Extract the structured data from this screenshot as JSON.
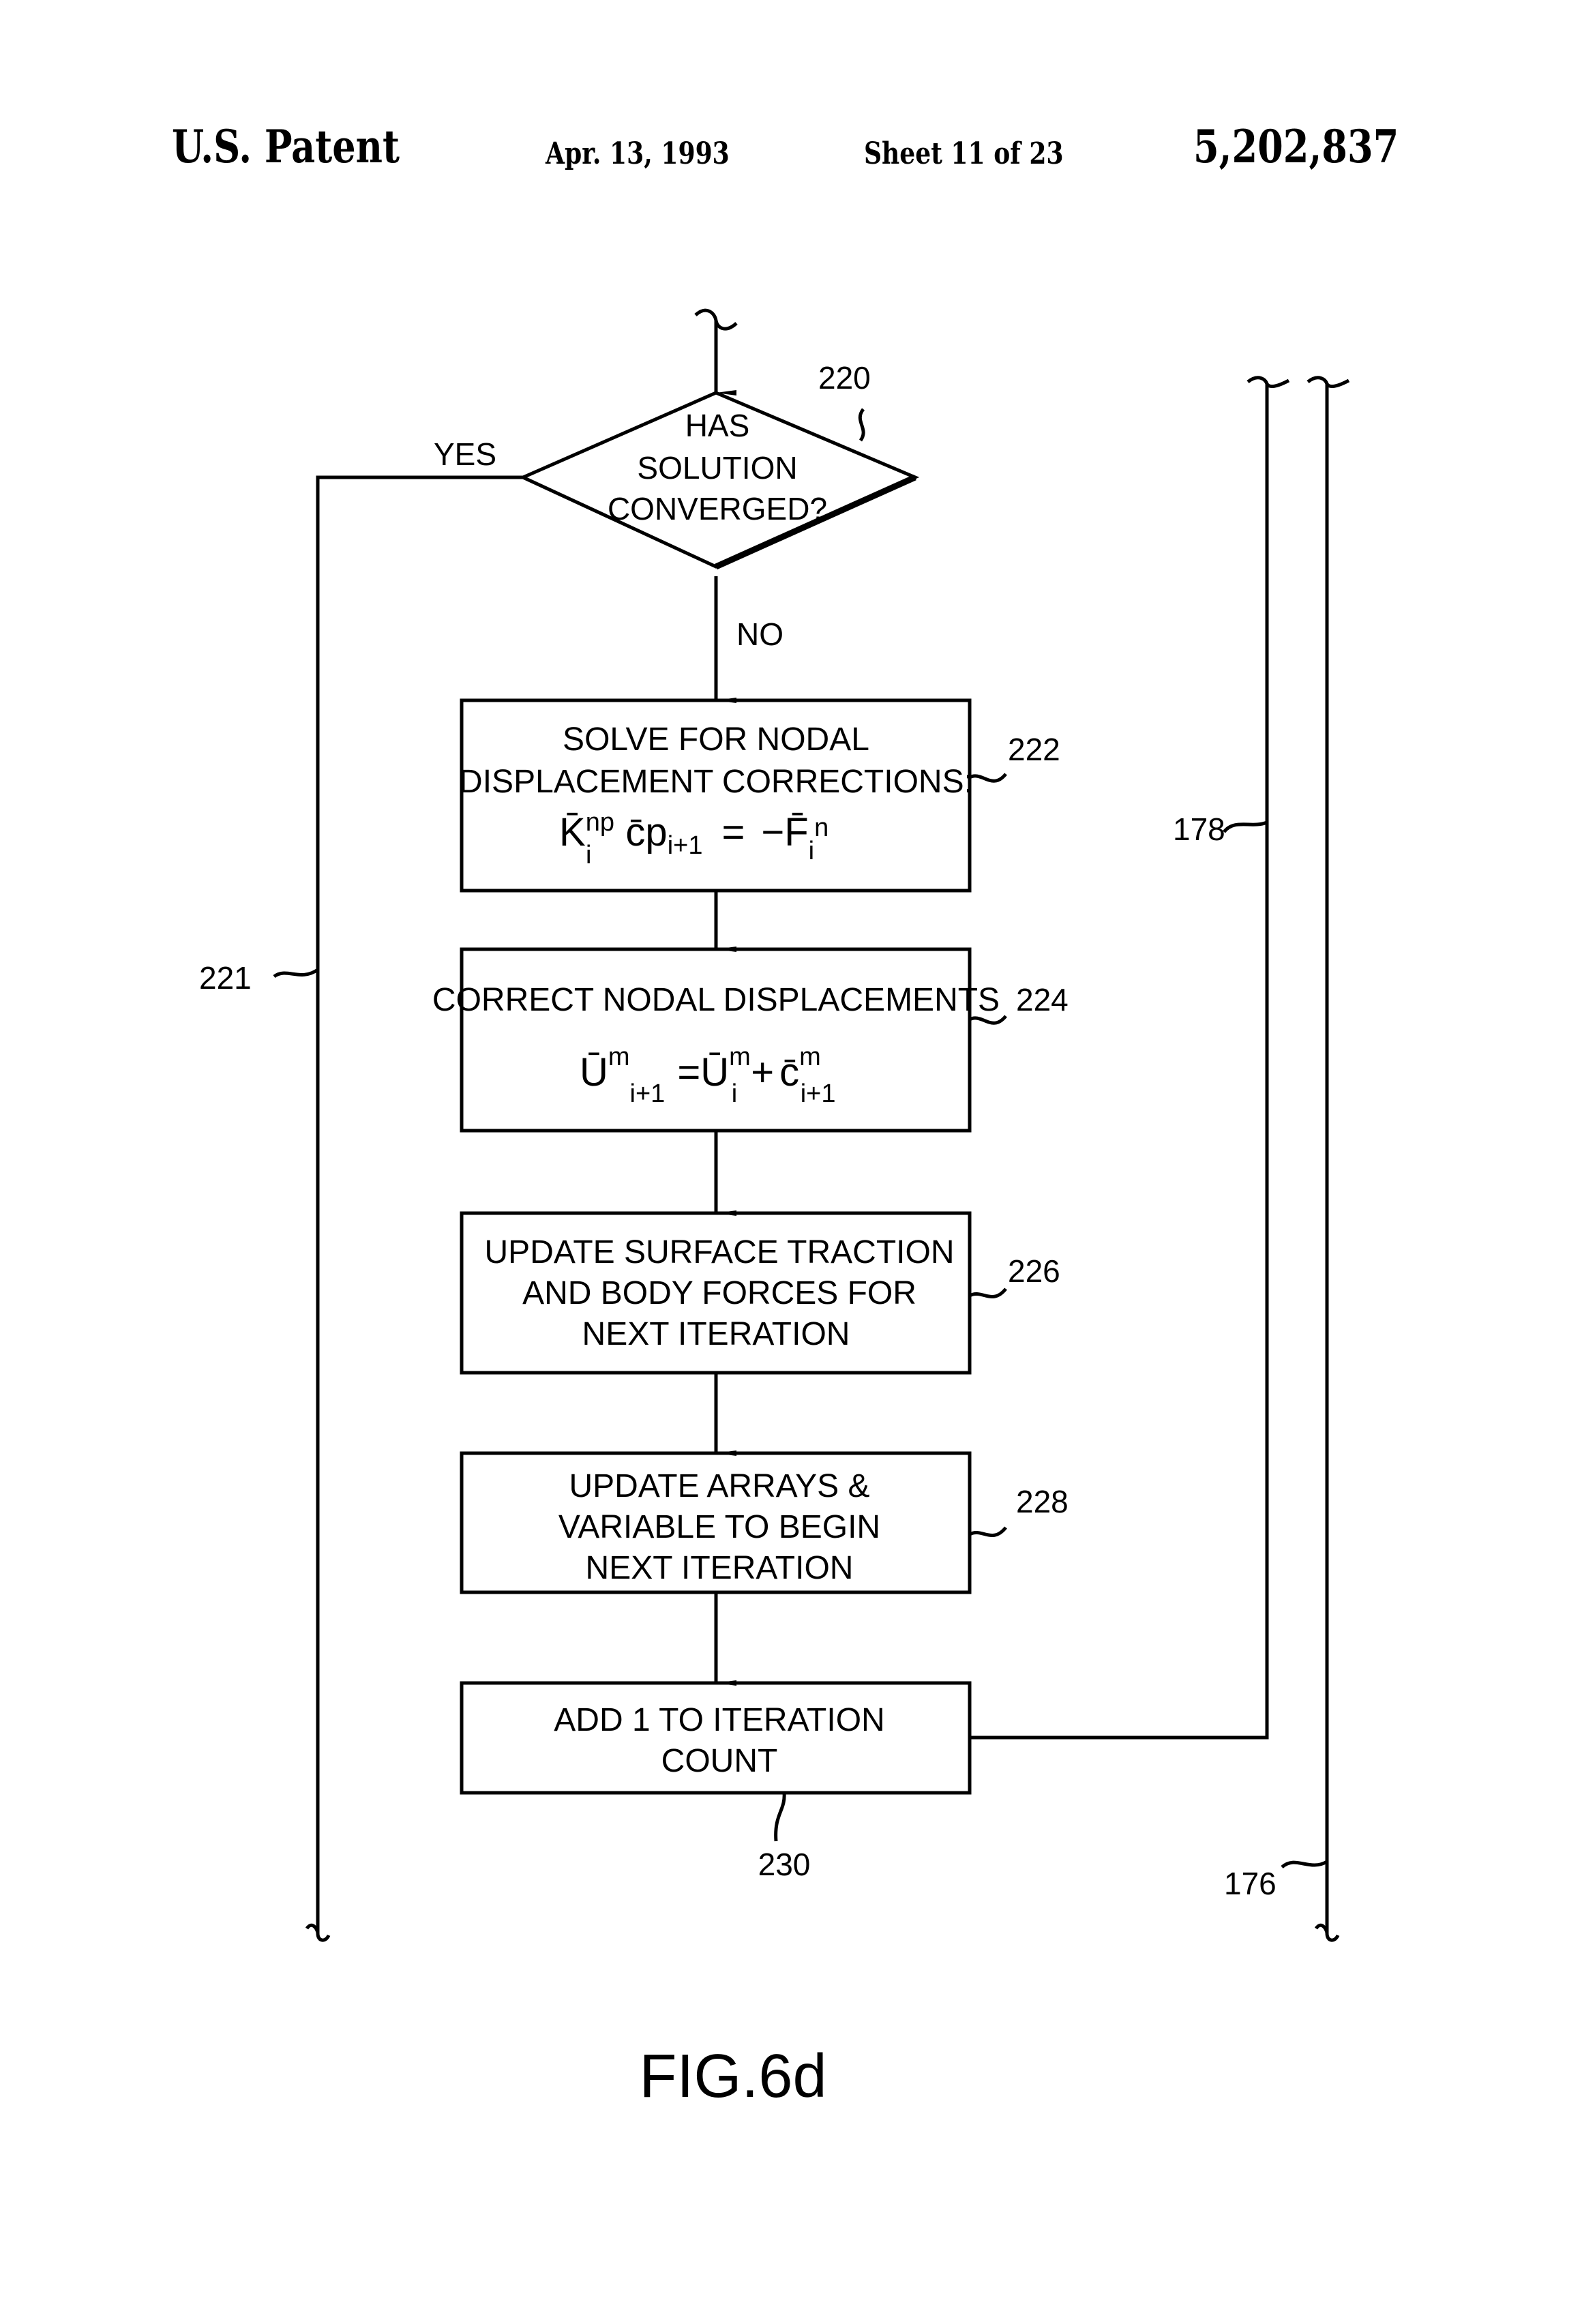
{
  "header": {
    "left": "U.S. Patent",
    "date": "Apr. 13, 1993",
    "sheet": "Sheet 11 of 23",
    "patent_number": "5,202,837"
  },
  "flowchart": {
    "decision": {
      "ref": "220",
      "lines": [
        "HAS",
        "SOLUTION",
        "CONVERGED?"
      ],
      "yes_label": "YES",
      "no_label": "NO"
    },
    "steps": [
      {
        "ref": "222",
        "lines": [
          "SOLVE FOR NODAL",
          "DISPLACEMENT CORRECTIONS:"
        ],
        "equation": {
          "lhs": "K̄",
          "lhs_sup": "np",
          "lhs_sub": "i",
          "mid": "c̄p",
          "mid_sub": "i+1",
          "eq": "=",
          "rhs": "−F̄",
          "rhs_sub": "i",
          "rhs_sup": "n"
        }
      },
      {
        "ref": "224",
        "lines": [
          "CORRECT NODAL DISPLACEMENTS"
        ],
        "equation": {
          "u1": "Ū",
          "u1_sup": "m",
          "u1_sub": "i+1",
          "eq": "=",
          "u2": "Ū",
          "u2_sup": "m",
          "u2_sub": "i",
          "plus": "+",
          "c": "c̄",
          "c_sup": "m",
          "c_sub": "i+1"
        }
      },
      {
        "ref": "226",
        "lines": [
          "UPDATE SURFACE TRACTION",
          "AND BODY FORCES FOR",
          "NEXT ITERATION"
        ]
      },
      {
        "ref": "228",
        "lines": [
          "UPDATE ARRAYS &",
          "VARIABLE TO BEGIN",
          "NEXT ITERATION"
        ]
      },
      {
        "ref": "230",
        "lines": [
          "ADD 1 TO ITERATION",
          "COUNT"
        ]
      }
    ],
    "connector_refs": {
      "left_loop": "221",
      "right_loop_inner": "178",
      "right_loop_outer": "176"
    }
  },
  "figure_label": "FIG.6d"
}
